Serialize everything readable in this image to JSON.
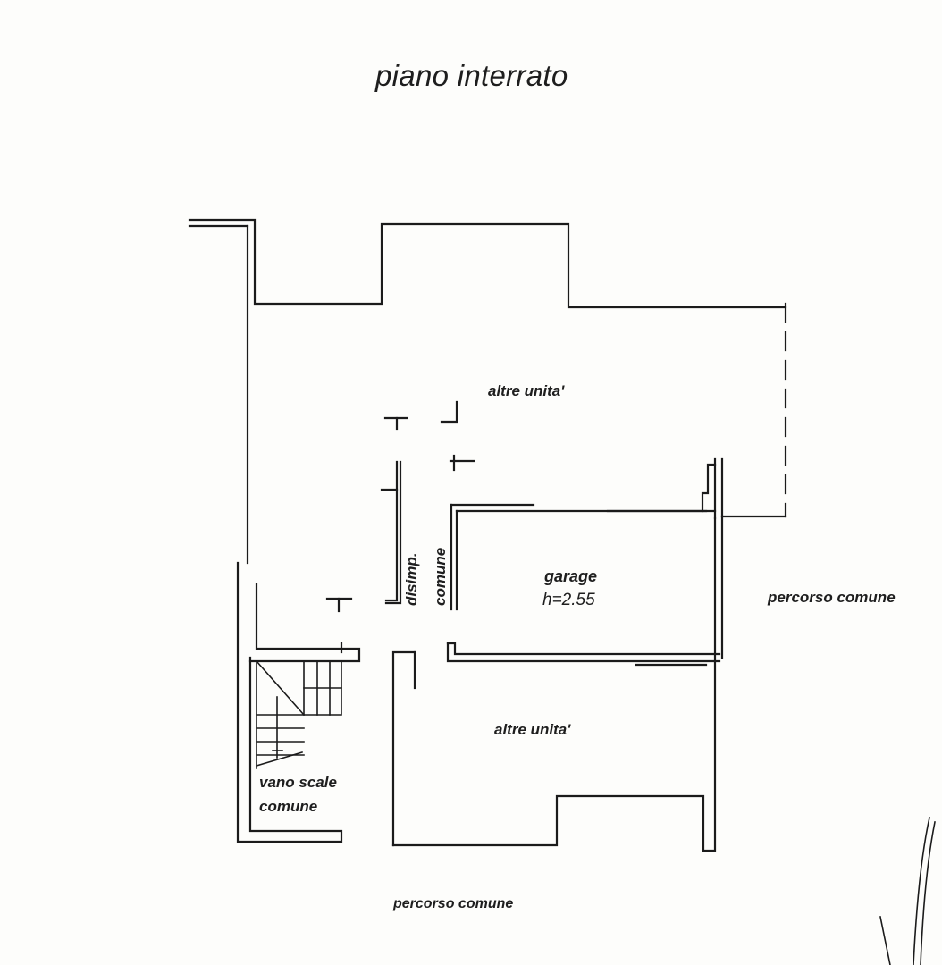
{
  "title": "piano interrato",
  "labels": {
    "altre_unita_top": "altre unita'",
    "altre_unita_bottom": "altre unita'",
    "disimp": "disimp.",
    "comune_vertical": "comune",
    "garage": "garage",
    "garage_height": "h=2.55",
    "percorso_right": "percorso comune",
    "percorso_bottom": "percorso comune",
    "vano_scale": "vano scale",
    "vano_comune": "comune"
  },
  "colors": {
    "wall": "#1b1b1b",
    "ink": "#1e1e1e",
    "paper": "#fdfdfb"
  }
}
